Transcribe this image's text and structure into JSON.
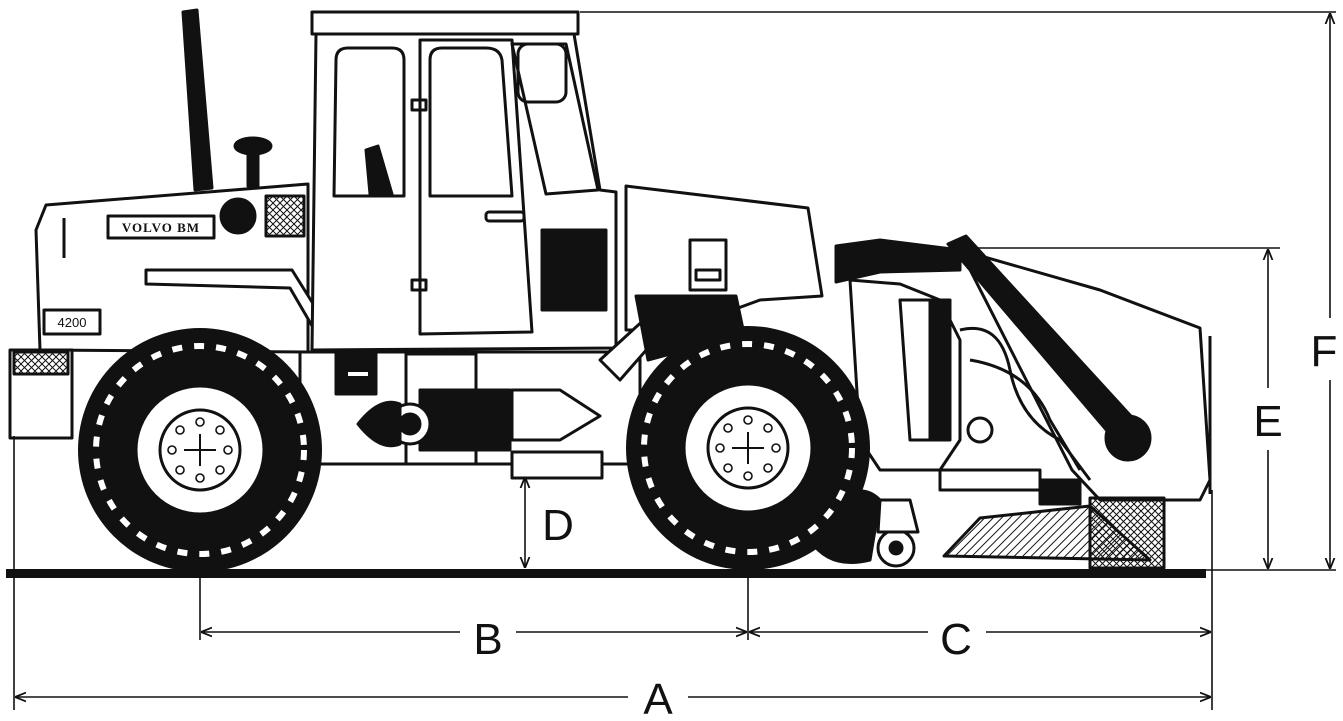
{
  "brand_badge": "VOLVO BM",
  "model_badge": "4200",
  "dimensions": {
    "A": "A",
    "B": "B",
    "C": "C",
    "D": "D",
    "E": "E",
    "F": "F"
  }
}
